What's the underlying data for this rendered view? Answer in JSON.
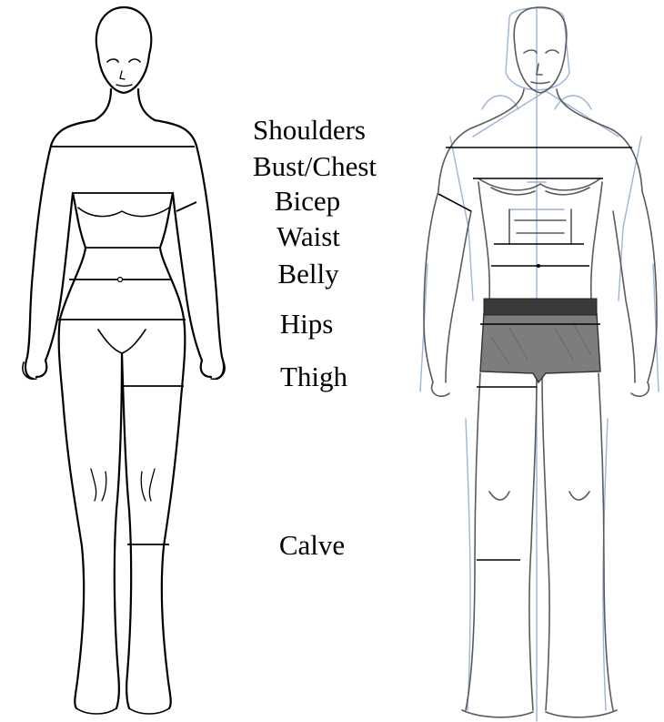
{
  "labels": {
    "shoulders": "Shoulders",
    "bust_chest": "Bust/Chest",
    "bicep": "Bicep",
    "waist": "Waist",
    "belly": "Belly",
    "hips": "Hips",
    "thigh": "Thigh",
    "calve": "Calve"
  },
  "colors": {
    "outline": "#000000",
    "sketch_outline": "#5a5a5a",
    "sketch_blue": "#9db4d8",
    "shorts_fill": "#7d7d7d",
    "shorts_band": "#3a3a3a",
    "background": "#ffffff"
  }
}
